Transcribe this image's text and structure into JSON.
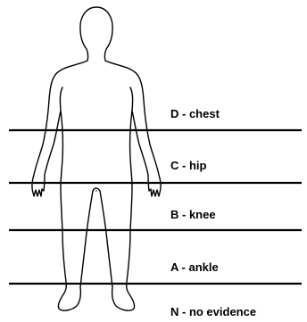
{
  "levels": [
    {
      "label": "D - chest"
    },
    {
      "label": "C - hip"
    },
    {
      "label": "B - knee"
    },
    {
      "label": "A - ankle"
    },
    {
      "label": "N - no evidence"
    }
  ]
}
